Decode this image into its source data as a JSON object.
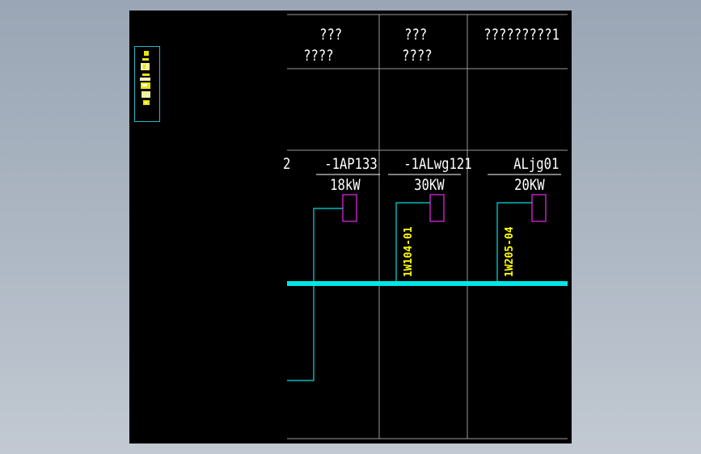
{
  "header": {
    "col1_line1": "???",
    "col1_line2": "????",
    "col2_line1": "???",
    "col2_line2": "????",
    "col3_line1": "?????????1"
  },
  "circuits": [
    {
      "id": "-1AP133",
      "power": "18kW",
      "cable": ""
    },
    {
      "id": "-1ALwg121",
      "power": "30KW",
      "cable": "1W104-01"
    },
    {
      "id": "ALjg01",
      "power": "20KW",
      "cable": "1W205-04"
    }
  ],
  "cut_text": "2",
  "colors": {
    "background": "#000000",
    "busbar": "#00e5e5",
    "wire": "#00e0e0",
    "breaker": "#cc22cc",
    "grid": "#9a9a9a",
    "label": "#ffff00",
    "text": "#ffffff"
  }
}
